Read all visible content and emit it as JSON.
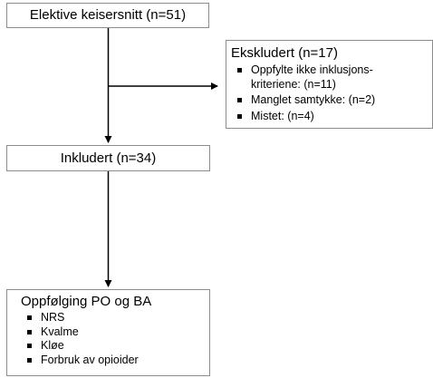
{
  "flowchart": {
    "start": {
      "label": "Elektive keisersnitt (n=51)"
    },
    "excluded": {
      "title": "Ekskludert (n=17)",
      "items": [
        {
          "line1": "Oppfylte ikke inklusjons-",
          "line2": "kriteriene: (n=11)"
        },
        {
          "line1": "Manglet samtykke: (n=2)"
        },
        {
          "line1": "Mistet: (n=4)"
        }
      ]
    },
    "included": {
      "label": "Inkludert (n=34)"
    },
    "followup": {
      "title": "Oppfølging PO og BA",
      "items": [
        {
          "line1": "NRS"
        },
        {
          "line1": "Kvalme"
        },
        {
          "line1": "Kløe"
        },
        {
          "line1": "Forbruk av opioider"
        }
      ]
    }
  }
}
